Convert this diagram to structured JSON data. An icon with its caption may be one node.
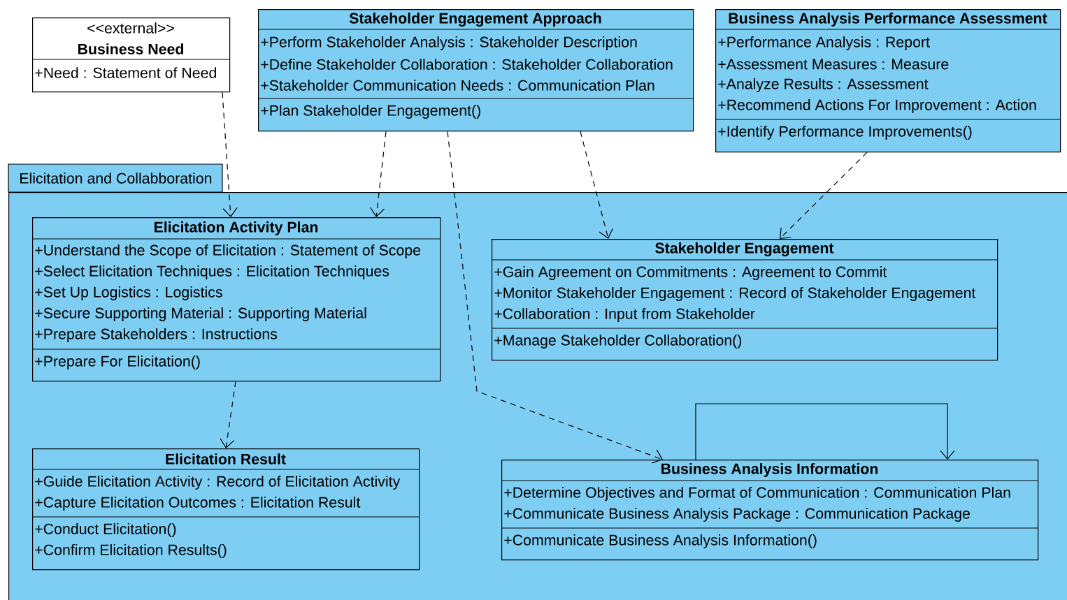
{
  "diagram": {
    "nodes": [
      {
        "text": [
          "<<external>>",
          "Business Need",
          "+Need : Statement of Need"
        ]
      },
      {
        "text": [
          "Stakeholder Engagement Approach",
          "+Perform Stakeholder Analysis : Stakeholder Description",
          "+Define Stakeholder Collaboration : Stakeholder Collaboration",
          "+Stakeholder Communication Needs : Communication Plan",
          "+Plan Stakeholder Engagement()"
        ]
      },
      {
        "text": [
          "Business Analysis Performance Assessment",
          "+Performance Analysis : Report",
          "+Assessment Measures : Measure",
          "+Analyze Results : Assessment",
          "+Recommend Actions For Improvement : Action",
          "+Identify Performance Improvements()"
        ]
      },
      {
        "text": [
          "Elicitation and Collabboration"
        ]
      },
      {
        "text": [
          "Elicitation Activity Plan",
          "+Understand the Scope of Elicitation : Statement of Scope",
          "+Select Elicitation Techniques : Elicitation Techniques",
          "+Set Up Logistics : Logistics",
          "+Secure Supporting Material : Supporting Material",
          "+Prepare Stakeholders : Instructions",
          "+Prepare For Elicitation()"
        ],
        "in": 3
      },
      {
        "text": [
          "Stakeholder Engagement",
          "+Gain Agreement on Commitments : Agreement to Commit",
          "+Monitor Stakeholder Engagement : Record of Stakeholder Engagement",
          "+Collaboration : Input from Stakeholder",
          "+Manage Stakeholder Collaboration()"
        ],
        "in": 3
      },
      {
        "text": [
          "Elicitation Result",
          "+Guide Elicitation Activity : Record of Elicitation Activity",
          "+Capture Elicitation Outcomes : Elicitation Result",
          "+Conduct Elicitation()",
          "+Confirm Elicitation Results()"
        ],
        "in": 3
      },
      {
        "text": [
          "Business Analysis Information",
          "+Determine Objectives and Format of Communication :  Communication Plan",
          "+Communicate Business Analysis Package : Communication Package",
          "+Communicate Business Analysis Information()"
        ],
        "in": 3
      }
    ],
    "edges": [
      {
        "from": 0,
        "to": 4,
        "arrow": "to",
        "style": "dashed"
      },
      {
        "from": 1,
        "to": 4,
        "arrow": "to",
        "style": "dashed"
      },
      {
        "from": 1,
        "to": 7,
        "arrow": "to",
        "style": "dashed"
      },
      {
        "from": 1,
        "to": 5,
        "arrow": "to",
        "style": "dashed"
      },
      {
        "from": 2,
        "to": 5,
        "arrow": "to",
        "style": "dashed"
      },
      {
        "from": 4,
        "to": 6,
        "arrow": "to",
        "style": "dashed"
      },
      {
        "from": 7,
        "to": 7,
        "arrow": "to"
      }
    ]
  }
}
